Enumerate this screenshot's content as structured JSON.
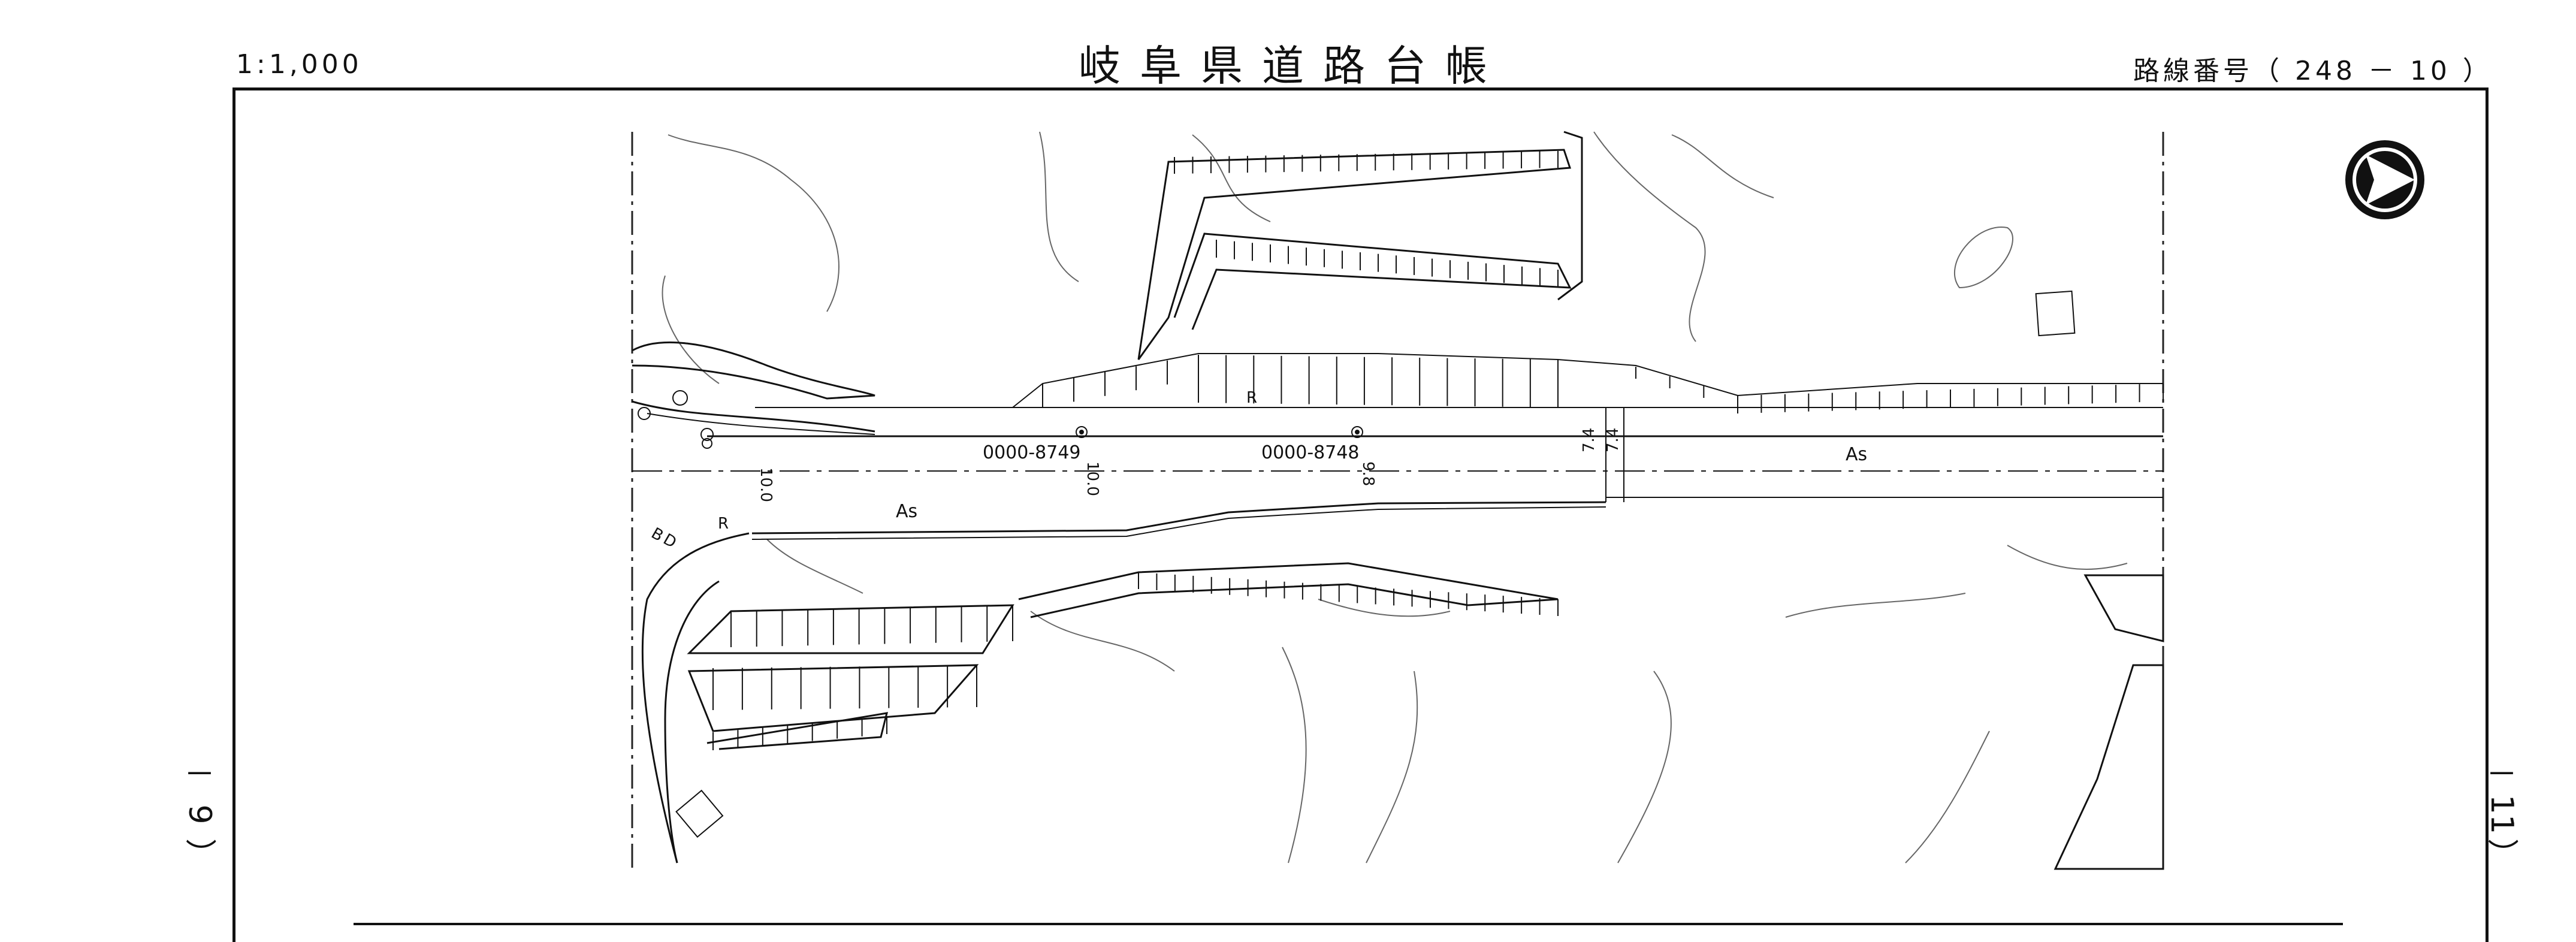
{
  "header": {
    "scale": "1:1,000",
    "title": "岐阜県道路台帳",
    "route_number": "路線番号（ 248 － 10 ）"
  },
  "side_labels": {
    "left": [
      "－",
      "9",
      "）"
    ],
    "right": [
      "－",
      "11",
      "）"
    ]
  },
  "map": {
    "road_labels": {
      "surface_top": "As",
      "surface_main": "As",
      "segment_1": "0000-8749",
      "segment_2": "0000-8748",
      "width_1": "10.0",
      "width_2": "10.0",
      "width_3": "9.8",
      "width_4": "7.4",
      "width_5": "7.4",
      "marker_r1": "R",
      "marker_r2": "R",
      "marker_b": "B",
      "marker_d": "D"
    },
    "north_arrow_icon": "north-arrow-icon"
  }
}
